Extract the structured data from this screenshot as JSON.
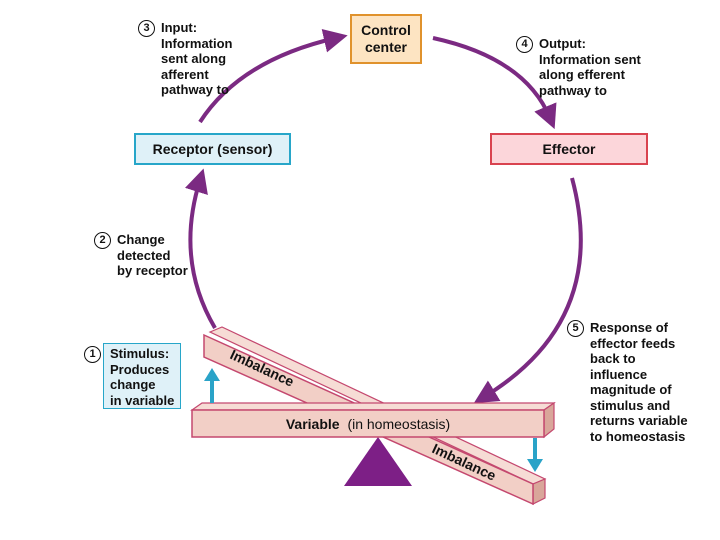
{
  "boxes": {
    "control_center": [
      "Control",
      "center"
    ],
    "receptor": "Receptor (sensor)",
    "effector": "Effector"
  },
  "steps": {
    "step1": {
      "number": "1",
      "lines": [
        "Stimulus:",
        "Produces",
        "change",
        "in variable"
      ]
    },
    "step2": {
      "number": "2",
      "lines": [
        "Change",
        "detected",
        "by receptor"
      ]
    },
    "step3": {
      "number": "3",
      "lines": [
        "Input:",
        "Information",
        "sent along",
        "afferent",
        "pathway to"
      ]
    },
    "step4": {
      "number": "4",
      "lines": [
        "Output:",
        "Information sent",
        "along efferent",
        "pathway to"
      ]
    },
    "step5": {
      "number": "5",
      "lines": [
        "Response of",
        "effector feeds",
        "back to",
        "influence",
        "magnitude of",
        "stimulus and",
        "returns variable",
        "to homeostasis"
      ]
    }
  },
  "seesaw": {
    "variable_label": "Variable",
    "variable_note": "(in homeostasis)",
    "imbalance_left": "Imbalance",
    "imbalance_right": "Imbalance"
  },
  "colors": {
    "arrow": "#7b2a82",
    "fulcrum": "#7d1f86",
    "beam_fill": "#f2cfc6",
    "beam_stroke": "#c4486f",
    "small_arrows": "#2aa3c8"
  }
}
